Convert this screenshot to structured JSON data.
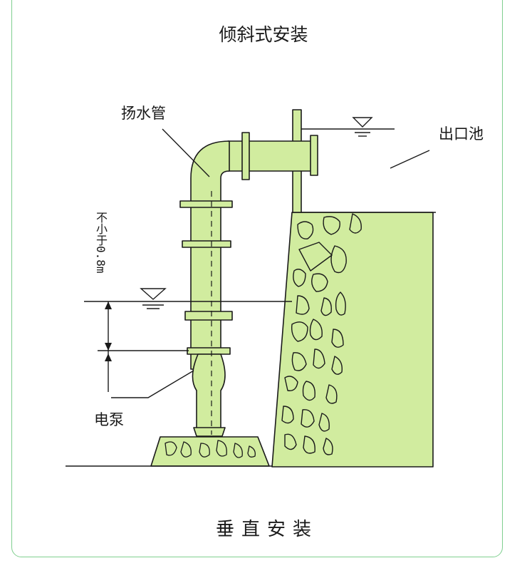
{
  "diagram": {
    "top_title": "倾斜式安装",
    "bottom_title": "垂直安装",
    "labels": {
      "riser_pipe": "扬水管",
      "outlet_pool": "出口池",
      "pump": "电泵",
      "depth_note": "不小于0.8m"
    },
    "colors": {
      "fill": "#d1ec9f",
      "stroke": "#1a1a1a",
      "frame": "#7fcf8f"
    }
  }
}
